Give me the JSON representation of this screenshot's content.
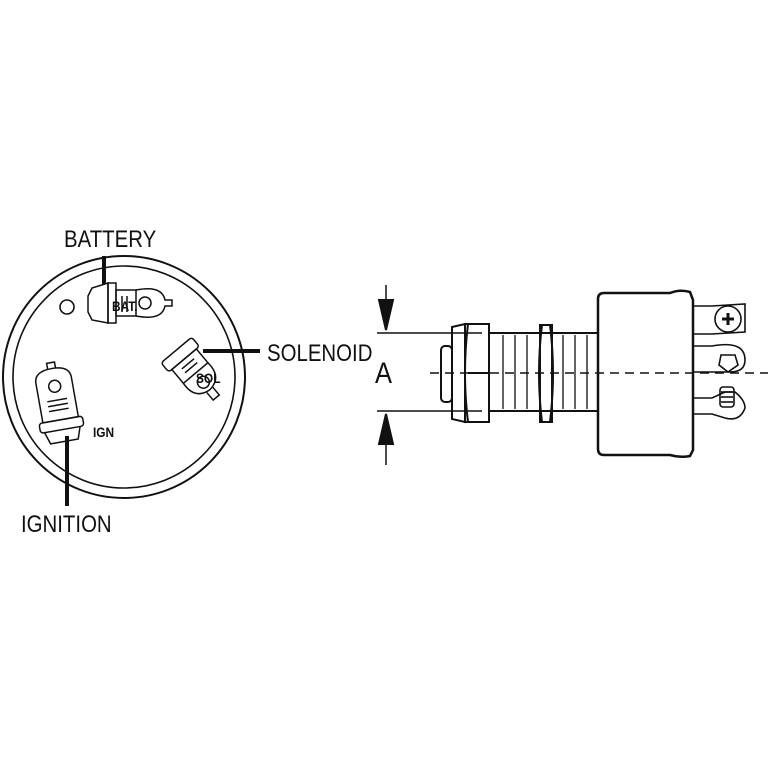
{
  "front_view": {
    "labels": {
      "battery": "BATTERY",
      "solenoid": "SOLENOID",
      "ignition": "IGNITION"
    },
    "terminal_marks": {
      "bat": "BAT.",
      "sol": "SOL",
      "ign": "IGN"
    }
  },
  "side_view": {
    "dimension_label": "A"
  },
  "colors": {
    "line": "#111111",
    "background": "#ffffff"
  }
}
